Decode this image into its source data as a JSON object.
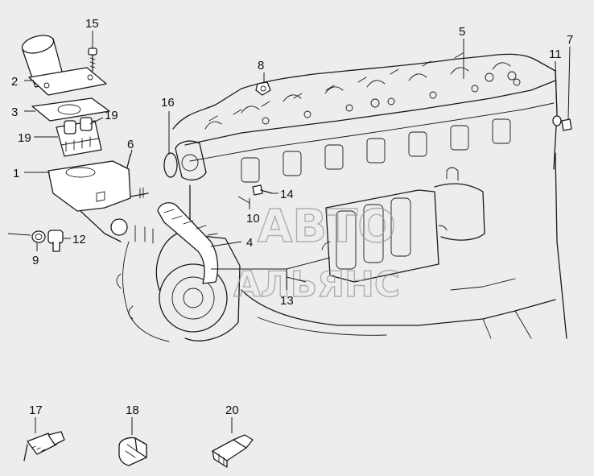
{
  "callouts": [
    "1",
    "2",
    "3",
    "4",
    "5",
    "6",
    "7",
    "8",
    "9",
    "10",
    "11",
    "12",
    "13",
    "14",
    "15",
    "16",
    "17",
    "18",
    "19",
    "20"
  ],
  "callout_19_second": "19",
  "watermark": {
    "line1": "АВТО",
    "line2": "АЛЬЯНС"
  }
}
